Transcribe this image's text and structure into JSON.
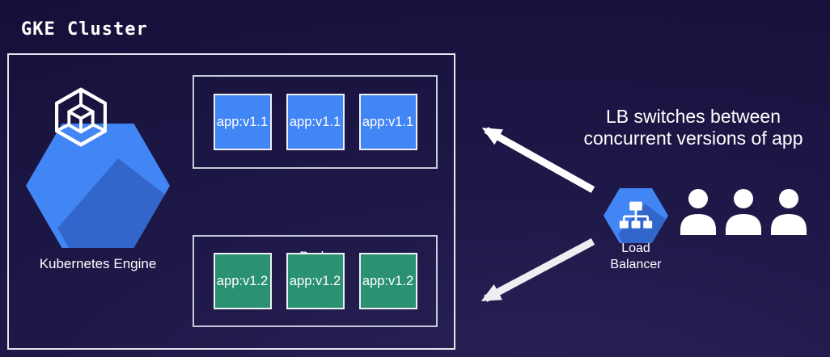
{
  "title": "GKE Cluster",
  "cluster": {
    "engine_label": "Kubernetes Engine",
    "pods_label": "Pods",
    "pods_v11": [
      "app:v1.1",
      "app:v1.1",
      "app:v1.1"
    ],
    "pods_v12": [
      "app:v1.2",
      "app:v1.2",
      "app:v1.2"
    ]
  },
  "load_balancer": {
    "label_line1": "Load",
    "label_line2": "Balancer"
  },
  "caption": {
    "line1": "LB switches between",
    "line2": "concurrent versions of app"
  },
  "icons": {
    "kubernetes_engine": "gke-hexagon-cube-icon",
    "load_balancer": "lb-network-tree-icon",
    "user": "person-icon",
    "arrow_upper": "arrow-up-left-icon",
    "arrow_lower": "arrow-down-left-icon"
  },
  "colors": {
    "background": "#1d1747",
    "hexagon_blue": "#4285f4",
    "app_v11_blue": "#4285f4",
    "app_v12_teal": "#2b9173",
    "border_light": "#e4e4ee",
    "text_white": "#ffffff",
    "arrow_white": "#ffffff",
    "arrow_gray": "#eeeef2"
  }
}
